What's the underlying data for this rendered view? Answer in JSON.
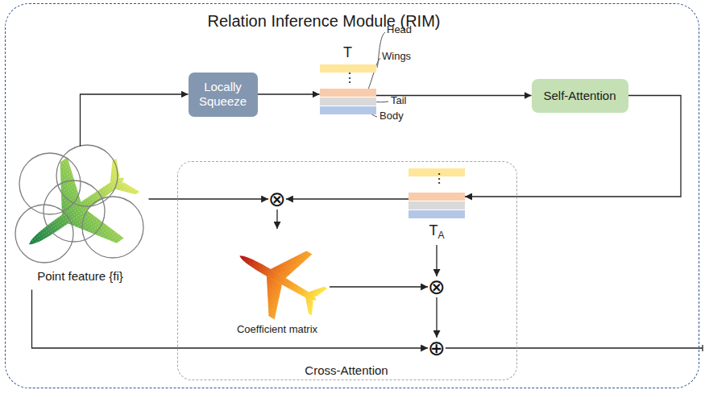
{
  "diagram": {
    "nodes": [
      {
        "text": [
          "Relation Inference Module (RIM)"
        ]
      },
      {
        "text": [
          "Locally Squeeze"
        ],
        "in": 0
      },
      {
        "text": [
          "T"
        ],
        "in": 0
      },
      {
        "text": [
          "Self-Attention"
        ],
        "in": 0
      },
      {
        "text": [
          "Point feature {fi}"
        ],
        "in": 0
      },
      {
        "text": [
          "Cross-Attention"
        ],
        "in": 0
      },
      {
        "text": [
          "⊗"
        ],
        "in": 5
      },
      {
        "text": [
          "T",
          "A"
        ],
        "in": 5
      },
      {
        "text": [
          "Coefficient matrix"
        ],
        "in": 5
      },
      {
        "text": [
          "⊗"
        ],
        "in": 5
      },
      {
        "text": [
          "⊕"
        ],
        "in": 5
      }
    ],
    "edges": [
      {
        "from": 4,
        "to": 1,
        "arrow": "to"
      },
      {
        "from": 1,
        "to": 2,
        "arrow": "to"
      },
      {
        "from": 2,
        "to": 3,
        "arrow": "to"
      },
      {
        "from": 3,
        "to": 7,
        "arrow": "to"
      },
      {
        "from": 7,
        "to": 6,
        "arrow": "to"
      },
      {
        "from": 4,
        "to": 6,
        "arrow": "to"
      },
      {
        "from": 6,
        "to": 8,
        "arrow": "to"
      },
      {
        "from": 8,
        "to": 9,
        "arrow": "to"
      },
      {
        "from": 7,
        "to": 9,
        "arrow": "to"
      },
      {
        "from": 4,
        "to": 10,
        "arrow": "to"
      },
      {
        "from": 9,
        "to": 10,
        "arrow": "to"
      }
    ],
    "labels": [
      "Head",
      "Wings",
      "Tail",
      "Body",
      "⋮",
      "⋮"
    ]
  }
}
